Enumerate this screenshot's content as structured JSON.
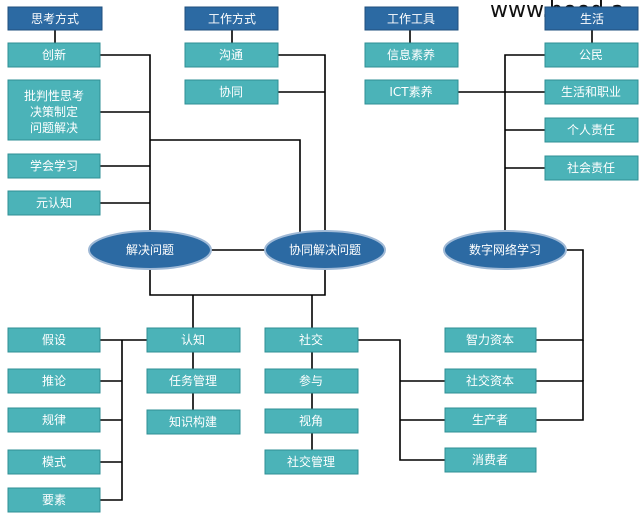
{
  "watermark": "www.beed.a",
  "headers": {
    "thinking": "思考方式",
    "working": "工作方式",
    "tools": "工作工具",
    "living": "生活"
  },
  "thinking_items": [
    "创新",
    "批判性思考",
    "决策制定",
    "问题解决",
    "学会学习",
    "元认知"
  ],
  "working_items": [
    "沟通",
    "协同"
  ],
  "tools_items": [
    "信息素养",
    "ICT素养"
  ],
  "living_items": [
    "公民",
    "生活和职业",
    "个人责任",
    "社会责任"
  ],
  "hubs": {
    "solve": "解决问题",
    "collab": "协同解决问题",
    "digital": "数字网络学习"
  },
  "left_items": [
    "假设",
    "推论",
    "规律",
    "模式",
    "要素"
  ],
  "cognition_items": [
    "认知",
    "任务管理",
    "知识构建"
  ],
  "social_items": [
    "社交",
    "参与",
    "视角",
    "社交管理"
  ],
  "capital_items": [
    "智力资本",
    "社交资本",
    "生产者",
    "消费者"
  ],
  "colors": {
    "header": "#2c6aa3",
    "box": "#4bb3b8",
    "hub": "#2c6aa3"
  }
}
